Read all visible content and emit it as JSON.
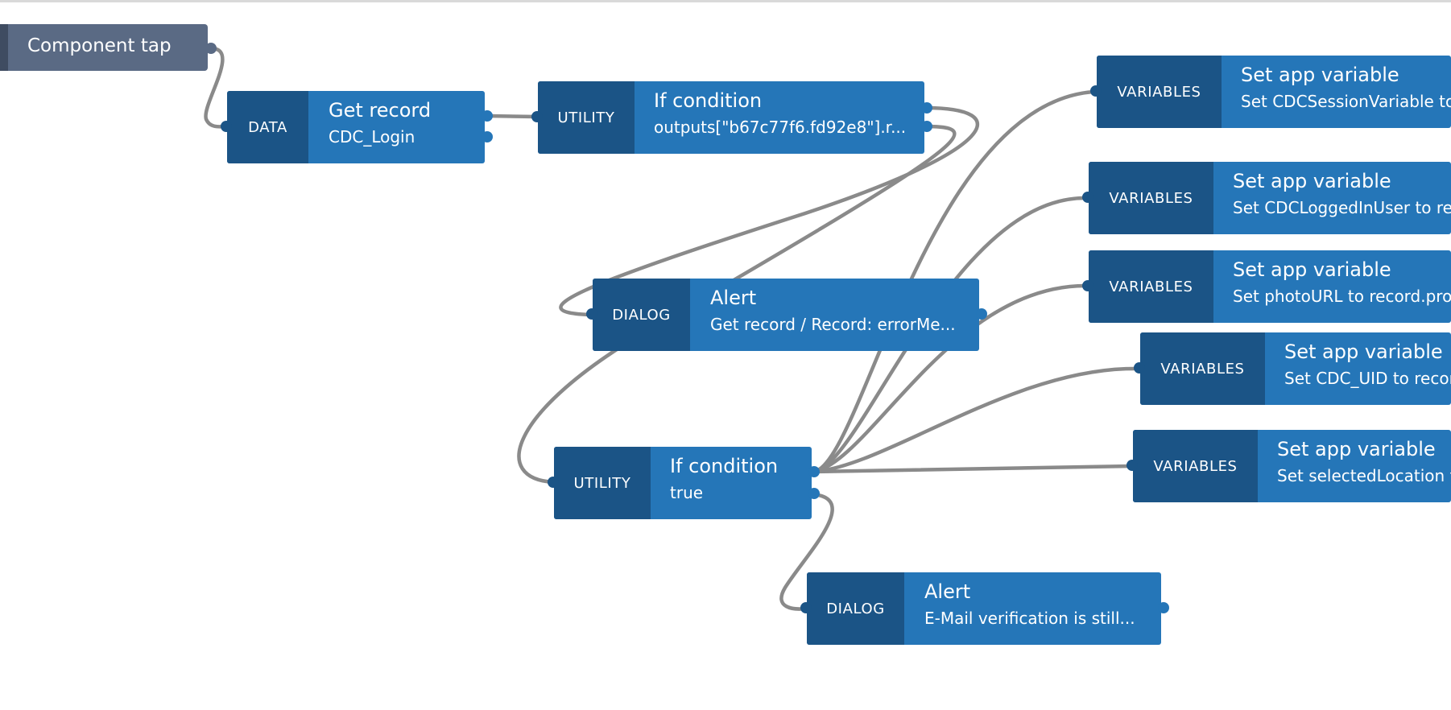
{
  "trigger": {
    "label": "Component tap"
  },
  "nodes": {
    "get_record": {
      "category": "DATA",
      "title": "Get record",
      "subtitle": "CDC_Login"
    },
    "if_condition_1": {
      "category": "UTILITY",
      "title": "If condition",
      "subtitle": "outputs[\"b67c77f6.fd92e8\"].r..."
    },
    "alert_1": {
      "category": "DIALOG",
      "title": "Alert",
      "subtitle": "Get record / Record: errorMe..."
    },
    "if_condition_2": {
      "category": "UTILITY",
      "title": "If condition",
      "subtitle": "true"
    },
    "alert_2": {
      "category": "DIALOG",
      "title": "Alert",
      "subtitle": "E-Mail verification is still..."
    },
    "set_var_1": {
      "category": "VARIABLES",
      "title": "Set app variable",
      "subtitle": "Set CDCSessionVariable to"
    },
    "set_var_2": {
      "category": "VARIABLES",
      "title": "Set app variable",
      "subtitle": "Set CDCLoggedInUser to reco"
    },
    "set_var_3": {
      "category": "VARIABLES",
      "title": "Set app variable",
      "subtitle": "Set photoURL to record.profi..."
    },
    "set_var_4": {
      "category": "VARIABLES",
      "title": "Set app variable",
      "subtitle": "Set CDC_UID to recor"
    },
    "set_var_5": {
      "category": "VARIABLES",
      "title": "Set app variable",
      "subtitle": "Set selectedLocation to"
    }
  },
  "colors": {
    "node_body": "#2576b8",
    "node_category": "#1b5486",
    "trigger": "#5a6a84",
    "wire": "#8a8a8a"
  }
}
